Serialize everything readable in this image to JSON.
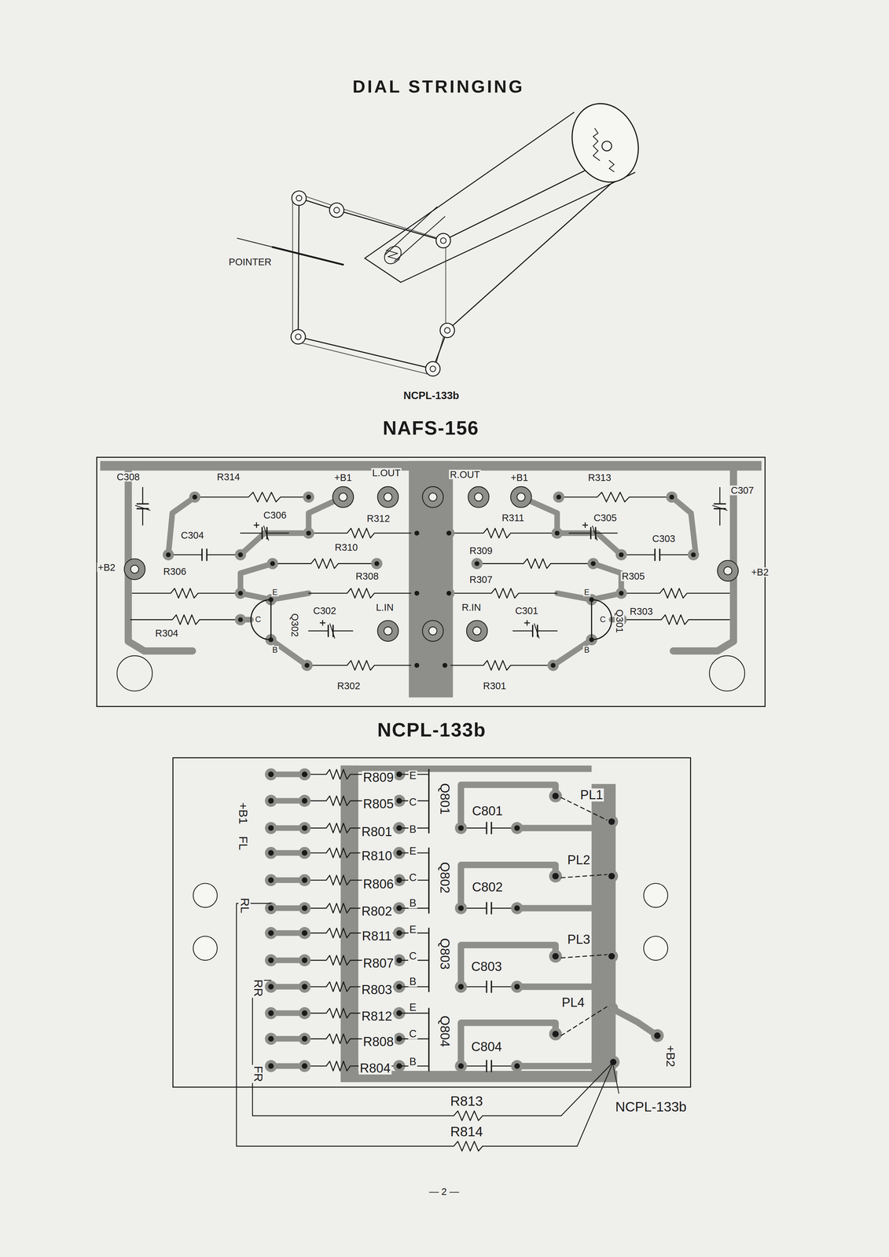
{
  "diagram": {
    "title": "DIAL STRINGING",
    "nodes": [
      {
        "text": [
          "NAFS-156"
        ]
      },
      {
        "text": [
          "NCPL-133b"
        ]
      }
    ],
    "labels": [
      "POINTER",
      "NCPL-133b",
      "C308",
      "R314",
      "+B1",
      "L.OUT",
      "R.OUT",
      "+B1",
      "R313",
      "C307",
      "C306",
      "R312",
      "R311",
      "C305",
      "C304",
      "C303",
      "R310",
      "R309",
      "+B2",
      "R306",
      "R308",
      "R307",
      "R305",
      "+B2",
      "E",
      "C",
      "B",
      "Q302",
      "E",
      "C",
      "B",
      "Q301",
      "C302",
      "L.IN",
      "R.IN",
      "C301",
      "R303",
      "R304",
      "R302",
      "R301",
      "R809",
      "R805",
      "R801",
      "R810",
      "R806",
      "R802",
      "R811",
      "R807",
      "R803",
      "R812",
      "R808",
      "R804",
      "E",
      "C",
      "B",
      "Q801",
      "E",
      "C",
      "B",
      "Q802",
      "E",
      "C",
      "B",
      "Q803",
      "E",
      "C",
      "B",
      "Q804",
      "C801",
      "C802",
      "C803",
      "C804",
      "PL1",
      "PL2",
      "PL3",
      "PL4",
      "+B1",
      "FL",
      "RL",
      "RR",
      "FR",
      "+B2",
      "R813",
      "R814",
      "NCPL-133b",
      "— 2 —"
    ]
  }
}
